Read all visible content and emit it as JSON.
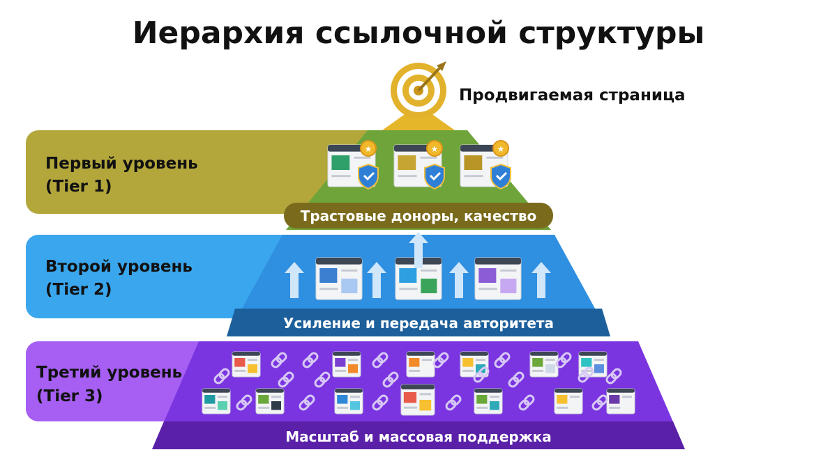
{
  "title": "Иерархия ссылочной структуры",
  "target": {
    "label": "Продвигаемая страница",
    "icon": "target-icon"
  },
  "tiers": [
    {
      "name": "Первый уровень",
      "tier": "(Tier 1)",
      "caption": "Трастовые доноры, качество",
      "color": "#b3a73c",
      "pyramid_color": "#6fa43a",
      "caption_color": "#7a6b1c"
    },
    {
      "name": "Второй уровень",
      "tier": "(Tier 2)",
      "caption": "Усиление и передача авторитета",
      "color": "#3aa6ee",
      "pyramid_color": "#2f8fe0",
      "caption_color": "#1c5f9a"
    },
    {
      "name": "Третий уровень",
      "tier": "(Tier 3)",
      "caption": "Масштаб и массовая поддержка",
      "color": "#a65ff2",
      "pyramid_color": "#7a35e0",
      "caption_color": "#5a20a8"
    }
  ]
}
